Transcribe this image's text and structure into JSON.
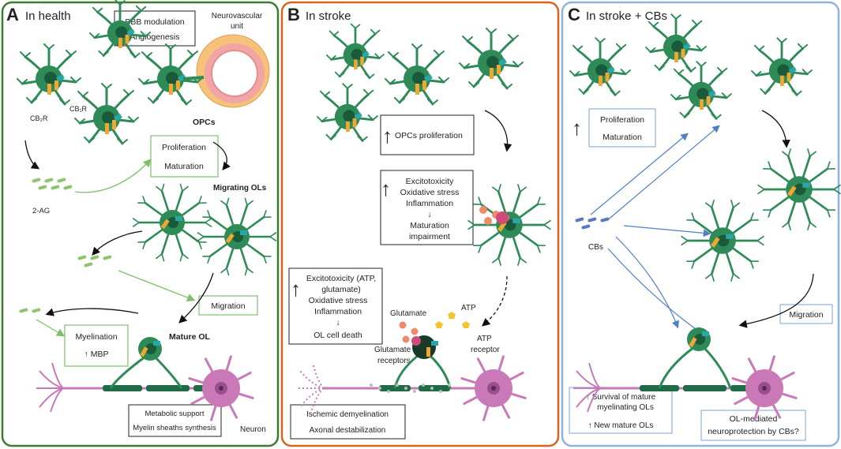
{
  "panels": {
    "a": {
      "letter": "A",
      "title": "In health",
      "border_color": "#3a7d2c",
      "labels": {
        "bbb_modulation": "BBB modulation",
        "angiogenesis": "Angiogenesis",
        "neurovascular_1": "Neurovascular",
        "neurovascular_2": "unit",
        "cb2r": "CB₂R",
        "cb1r": "CB₁R",
        "opcs": "OPCs",
        "proliferation": "Proliferation",
        "maturation": "Maturation",
        "two_ag": "2-AG",
        "migrating_ols": "Migrating  OLs",
        "migration": "Migration",
        "mature_ol": "Mature OL",
        "myelination": "Myelination",
        "mbp": "↑ MBP",
        "metabolic_support": "Metabolic support",
        "myelin_synthesis": "Myelin sheaths synthesis",
        "neuron": "Neuron"
      }
    },
    "b": {
      "letter": "B",
      "title": "In stroke",
      "border_color": "#d9641e",
      "labels": {
        "opcs_proliferation": "OPCs proliferation",
        "excitotoxicity": "Excitotoxicity",
        "oxidative_stress": "Oxidative stress",
        "inflammation": "Inflammation",
        "down_arrow": "↓",
        "maturation": "Maturation",
        "impairment": "impairment",
        "excito_atp": "Excitotoxicity (ATP,",
        "glutamate_paren": "glutamate)",
        "oxidative_stress_2": "Oxidative stress",
        "inflammation_2": "Inflammation",
        "down_arrow_2": "↓",
        "ol_cell_death": "OL cell death",
        "glutamate": "Glutamate",
        "atp": "ATP",
        "atp_receptor_1": "ATP",
        "atp_receptor_2": "receptor",
        "glutamate_receptors_1": "Glutamate",
        "glutamate_receptors_2": "receptors",
        "ischemic_demyelination": "Ischemic demyelination",
        "axonal_destabilization": "Axonal destabilization"
      }
    },
    "c": {
      "letter": "C",
      "title": "In stroke + CBs",
      "border_color": "#8fb3de",
      "labels": {
        "proliferation": "Proliferation",
        "maturation": "Maturation",
        "cbs": "CBs",
        "migration": "Migration",
        "survival_1": "↑ Survival of mature",
        "survival_2": "myelinating OLs",
        "new_mature": "↑ New mature OLs",
        "neuroprotection_1": "OL-mediated",
        "neuroprotection_2": "neuroprotection by CBs?"
      }
    }
  },
  "colors": {
    "cell_green": "#2e8b57",
    "cell_dark": "#1f6b45",
    "nucleus": "#1a5a3a",
    "receptor_orange": "#f0a830",
    "receptor_teal": "#2aa6a6",
    "neuron_pink": "#c978b8",
    "vessel_orange": "#f6c27a",
    "vessel_pink": "#f2a5a5",
    "green_arrow": "#7cc06a",
    "blue_arrow": "#4f7fc4",
    "molecule_green": "#8cc56a",
    "glutamate_orange": "#ef8a6a",
    "atp_yellow": "#f4c430",
    "cb_blue": "#5878c0"
  }
}
